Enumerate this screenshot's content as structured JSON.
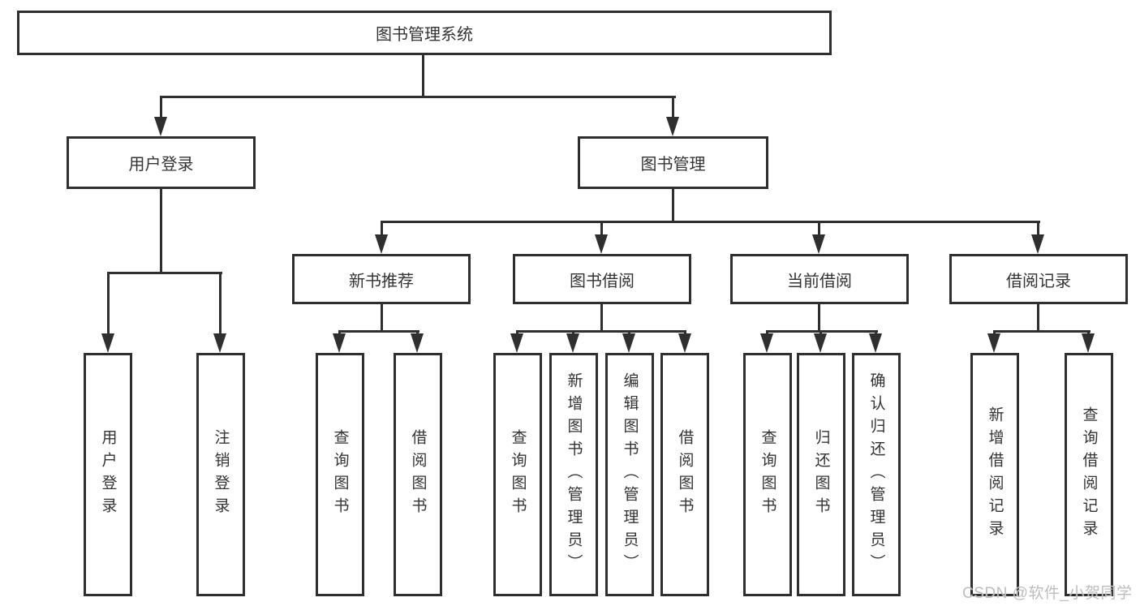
{
  "colors": {
    "line": "#2f2f2f",
    "text": "#333333",
    "background": "#ffffff",
    "watermark": "#b9b9b9"
  },
  "diagram": {
    "root": {
      "label": "图书管理系统"
    },
    "level2": [
      "用户登录",
      "图书管理"
    ],
    "level3": [
      "新书推荐",
      "图书借阅",
      "当前借阅",
      "借阅记录"
    ],
    "leaves": {
      "user_login": [
        "用户登录",
        "注销登录"
      ],
      "new_books": [
        "查询图书",
        "借阅图书"
      ],
      "book_borrow": [
        "查询图书",
        "新增图书（管理员）",
        "编辑图书（管理员）",
        "借阅图书"
      ],
      "current_borrow": [
        "查询图书",
        "归还图书",
        "确认归还（管理员）"
      ],
      "borrow_records": [
        "新增借阅记录",
        "查询借阅记录"
      ]
    }
  },
  "watermark": {
    "text": "CSDN @软件_小贺同学"
  }
}
